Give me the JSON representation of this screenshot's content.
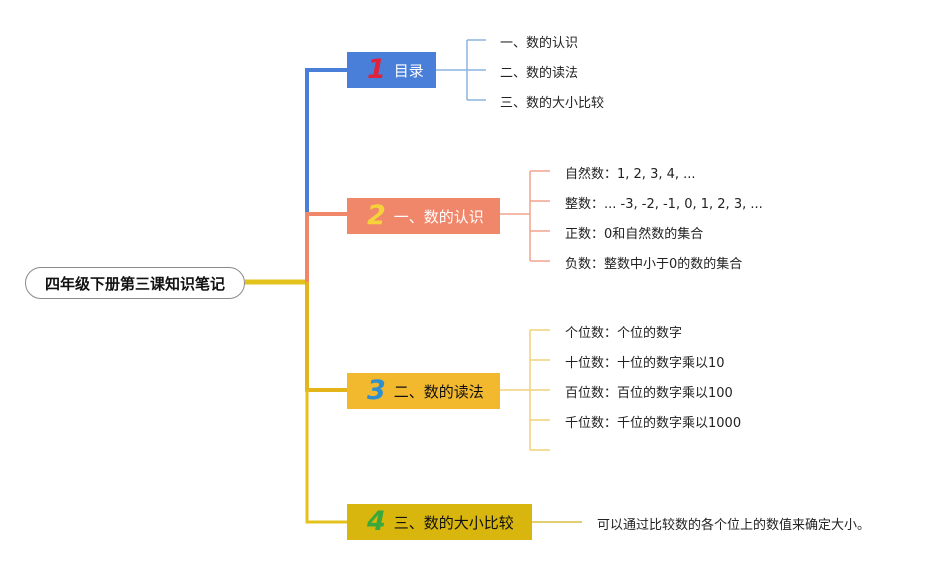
{
  "root": {
    "label": "四年级下册第三课知识笔记"
  },
  "topics": [
    {
      "number": "1",
      "label": "目录",
      "color": "#4a7fd9",
      "number_color": "#e0233a",
      "children": [
        "一、数的认识",
        "二、数的读法",
        "三、数的大小比较"
      ]
    },
    {
      "number": "2",
      "label": "一、数的认识",
      "color": "#f0866a",
      "number_color": "#f5d23a",
      "children": [
        "自然数：1, 2, 3, 4, ...",
        "整数：... -3, -2, -1, 0, 1, 2, 3, ...",
        "正数：0和自然数的集合",
        "负数：整数中小于0的数的集合"
      ]
    },
    {
      "number": "3",
      "label": "二、数的读法",
      "color": "#f2b92f",
      "number_color": "#2f8fd1",
      "children": [
        "个位数：个位的数字",
        "十位数：十位的数字乘以10",
        "百位数：百位的数字乘以100",
        "千位数：千位的数字乘以1000"
      ]
    },
    {
      "number": "4",
      "label": "三、数的大小比较",
      "color": "#d8b60e",
      "number_color": "#3aa83a",
      "children": [
        "可以通过比较数的各个位上的数值来确定大小。"
      ]
    }
  ]
}
